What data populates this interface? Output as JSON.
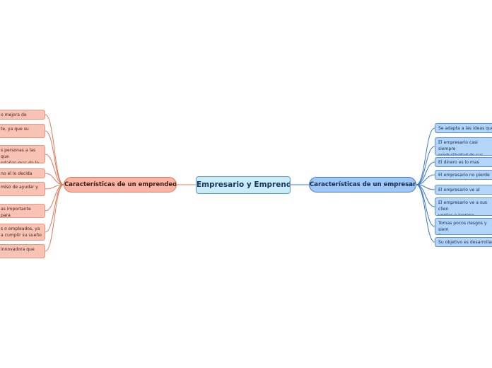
{
  "center": {
    "title": "Empresario y Emprendedor"
  },
  "left_branch": {
    "title": "Características de un emprendedor",
    "items": [
      "o mejora de procesos",
      "te, ya que su",
      "s personas a las que\nndañes mas de lo que",
      "no el lo decida invertir",
      "miso de ayudar y",
      "as importante para",
      "s o empleados, ya\na cumplir su sueño",
      "innovadora que"
    ]
  },
  "right_branch": {
    "title": "Características de un empresario",
    "items": [
      "Se adapta a las ideas que y",
      "El empresario casi siempre\nproductividad de sus emple",
      "El dinero es lo mas importa",
      "El empresario no pierde tie",
      "El empresario ve al mundo",
      "El empresario ve a sus clien\nventas e ingreso",
      "Tomas pocos riesgos y siem\nllegar",
      "Su objetivo es desarrollar u"
    ]
  },
  "colors": {
    "left_line": "#e07a5a",
    "right_line": "#3e78c5",
    "center_border": "#5b9bd5"
  }
}
